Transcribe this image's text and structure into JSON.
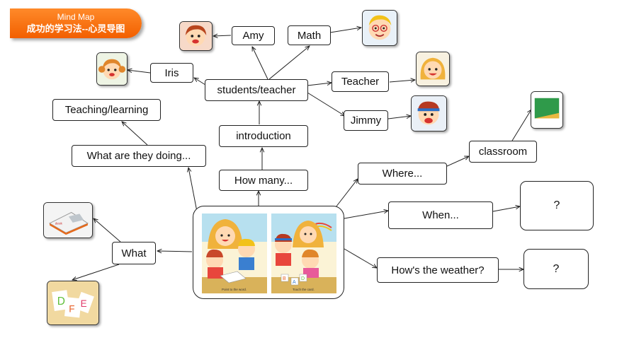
{
  "banner": {
    "line1": "Mind Map",
    "line2": "成功的学习法--心灵导图"
  },
  "nodes": {
    "amy": "Amy",
    "math": "Math",
    "iris": "Iris",
    "students_teacher": "students/teacher",
    "teacher": "Teacher",
    "jimmy": "Jimmy",
    "teaching_learning": "Teaching/learning",
    "introduction": "introduction",
    "what_doing": "What are they doing...",
    "how_many": "How many...",
    "where": "Where...",
    "classroom": "classroom",
    "when": "When...",
    "q1": "?",
    "what": "What",
    "weather": "How's the weather?",
    "q2": "?"
  },
  "center_image": {
    "caption_left": "Point to the word.",
    "caption_right": "Touch the card."
  },
  "colors": {
    "banner": "#f26a0a",
    "board": "#2f9a4a"
  }
}
